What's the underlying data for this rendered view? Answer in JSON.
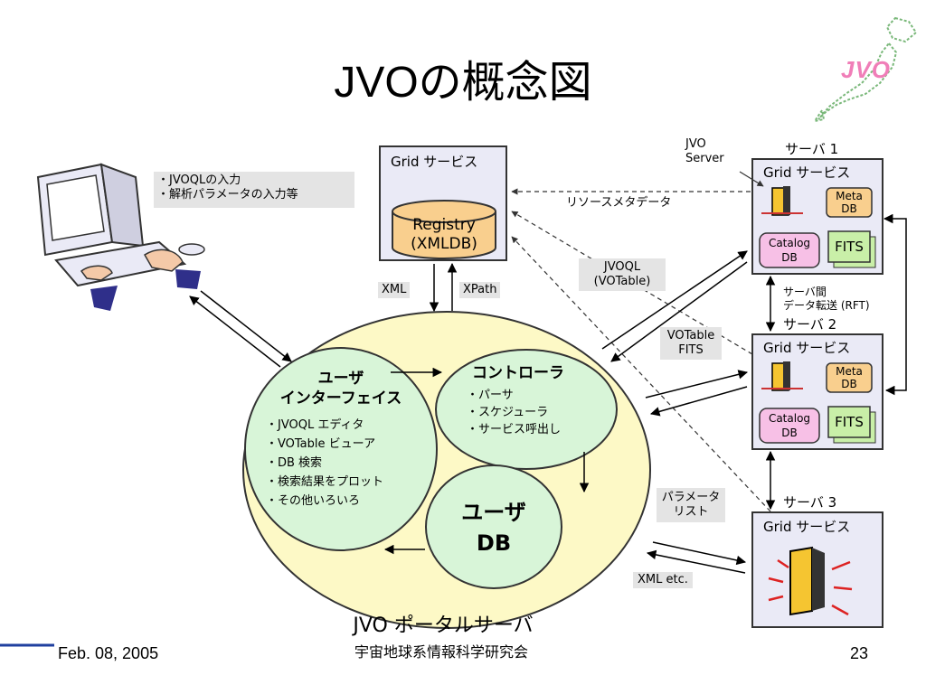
{
  "title": "JVOの概念図",
  "logo_text": "JVO",
  "footer": {
    "date": "Feb. 08, 2005",
    "org": "宇宙地球系情報科学研究会",
    "page": "23"
  },
  "user_notes": [
    "・JVOQLの入力",
    "・解析パラメータの入力等"
  ],
  "registry": {
    "header": "Grid サービス",
    "db_line1": "Registry",
    "db_line2": "(XMLDB)"
  },
  "arrow_labels": {
    "xml": "XML",
    "xpath": "XPath",
    "resource_meta": "リソースメタデータ",
    "jvoql_line1": "JVOQL",
    "jvoql_line2": "(VOTable)",
    "votable_line1": "VOTable",
    "votable_line2": "FITS",
    "param_line1": "パラメータ",
    "param_line2": "リスト",
    "xml_etc": "XML etc.",
    "jvo_server_line1": "JVO",
    "jvo_server_line2": "Server",
    "rft_line1": "サーバ間",
    "rft_line2": "データ転送 (RFT)"
  },
  "portal": {
    "label": "JVO ポータルサーバ",
    "ui": {
      "title_line1": "ユーザ",
      "title_line2": "インターフェイス",
      "items": [
        "・JVOQL エディタ",
        "・VOTable ビューア",
        "・DB 検索",
        "・検索結果をプロット",
        "・その他いろいろ"
      ]
    },
    "controller": {
      "title": "コントローラ",
      "items": [
        "・パーサ",
        "・スケジューラ",
        "・サービス呼出し"
      ]
    },
    "userdb": {
      "line1": "ユーザ",
      "line2": "DB"
    }
  },
  "servers": [
    {
      "label": "サーバ 1",
      "header": "Grid サービス",
      "meta1": "Meta",
      "meta2": "DB",
      "cat1": "Catalog",
      "cat2": "DB",
      "fits": "FITS"
    },
    {
      "label": "サーバ 2",
      "header": "Grid サービス",
      "meta1": "Meta",
      "meta2": "DB",
      "cat1": "Catalog",
      "cat2": "DB",
      "fits": "FITS"
    },
    {
      "label": "サーバ 3",
      "header": "Grid サービス"
    }
  ],
  "colors": {
    "box_fill": "#eaeaf6",
    "box_border": "#333333",
    "portal_fill": "#fdf9c6",
    "circle_fill": "#d8f5d8",
    "db_fill": "#f9cf8e",
    "catalog_fill": "#f7c0e6",
    "fits_fill": "#c9efa8"
  }
}
